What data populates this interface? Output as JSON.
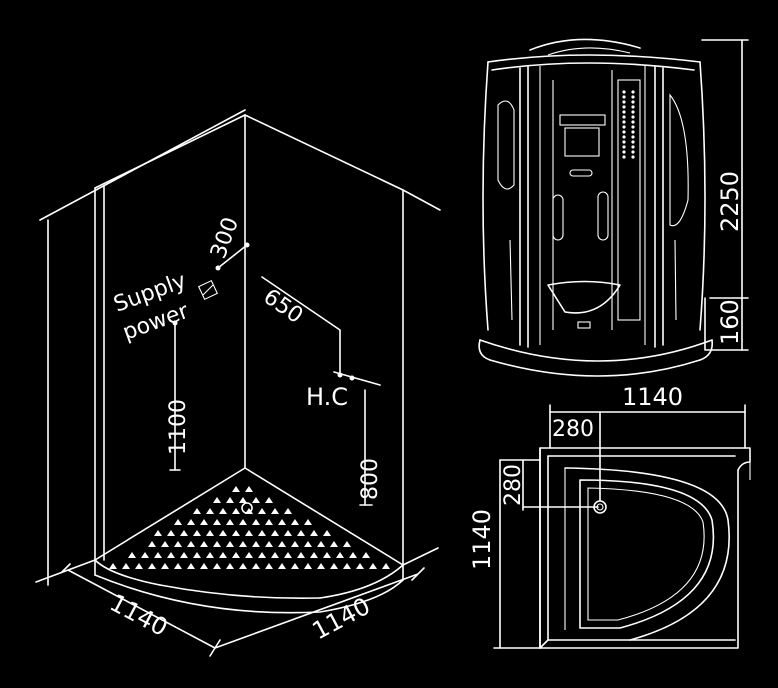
{
  "iso_view": {
    "supply_label_line1": "Supply",
    "supply_label_line2": "power",
    "dim_supply_offset": "300",
    "dim_hc_offset": "650",
    "hc_label": "H.C",
    "dim_supply_height": "1100",
    "dim_hc_height": "800",
    "dim_base_left": "1140",
    "dim_base_right": "1140"
  },
  "front_view": {
    "dim_total_height": "2250",
    "dim_tray_height": "160"
  },
  "plan_view": {
    "dim_width": "1140",
    "dim_depth": "1140",
    "dim_drain_x": "280",
    "dim_drain_y": "280"
  },
  "colors": {
    "background": "#000000",
    "line": "#ffffff"
  }
}
